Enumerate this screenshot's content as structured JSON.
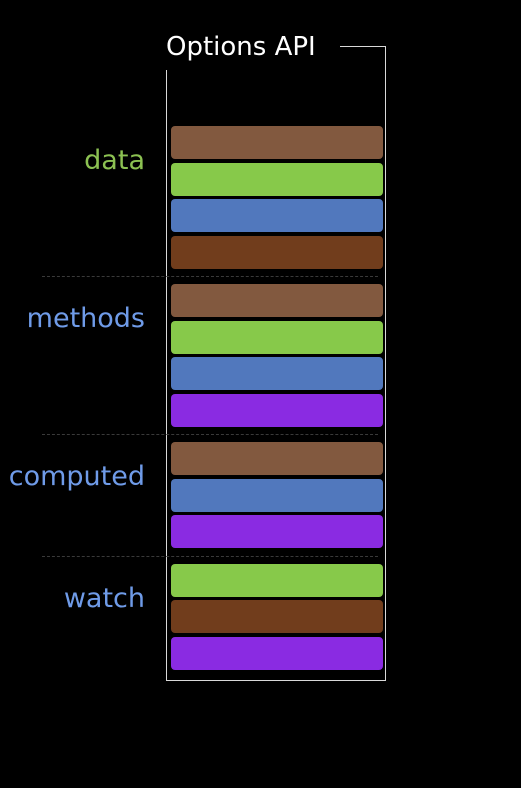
{
  "diagram": {
    "title": "Options API",
    "colors": {
      "brown": "#82593f",
      "green": "#87c94a",
      "blue": "#5178bd",
      "rust": "#713d1c",
      "purple": "#8a2be2",
      "label_green": "#8cc152",
      "label_blue": "#6f9be8"
    },
    "sections": [
      {
        "label": "data",
        "label_color": "label_green",
        "blocks": [
          "brown",
          "green",
          "blue",
          "rust"
        ]
      },
      {
        "label": "methods",
        "label_color": "label_blue",
        "blocks": [
          "brown",
          "green",
          "blue",
          "purple"
        ]
      },
      {
        "label": "computed",
        "label_color": "label_blue",
        "blocks": [
          "brown",
          "blue",
          "purple"
        ]
      },
      {
        "label": "watch",
        "label_color": "label_blue",
        "blocks": [
          "green",
          "rust",
          "purple"
        ]
      }
    ]
  }
}
